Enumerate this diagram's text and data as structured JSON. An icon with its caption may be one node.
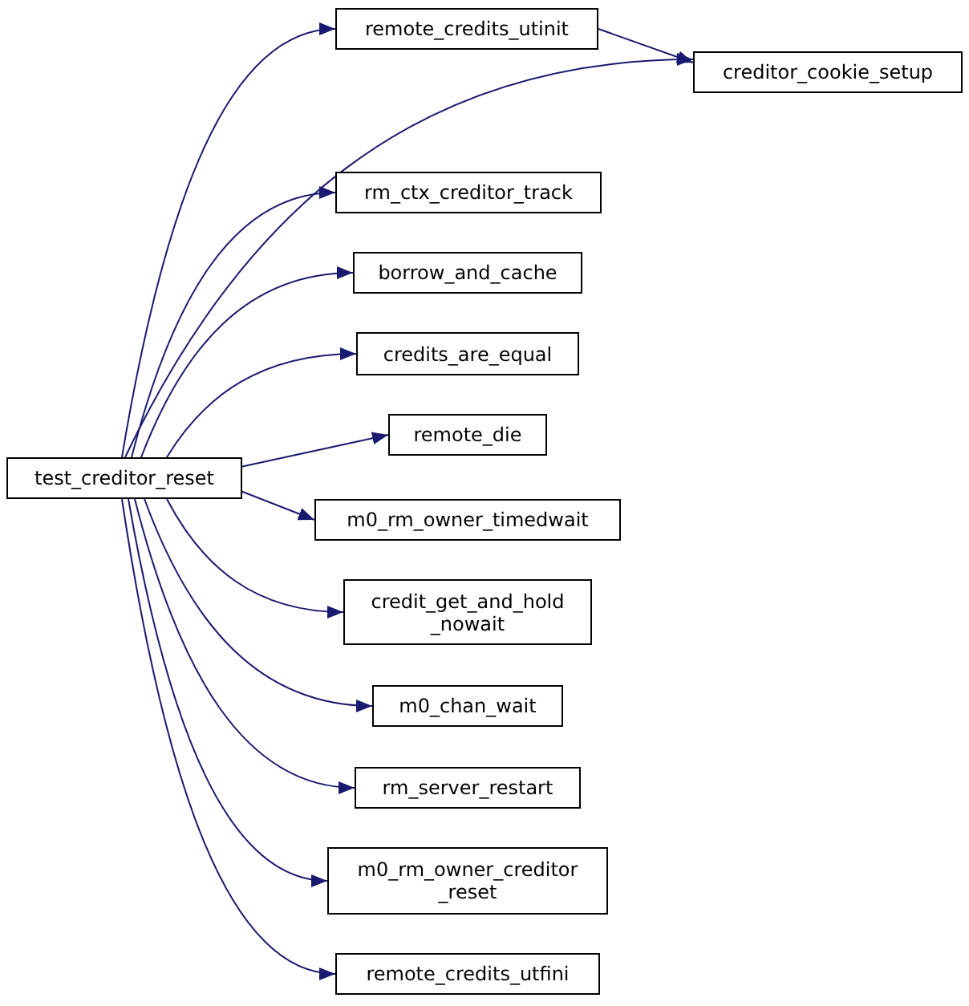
{
  "diagram": {
    "nodes": [
      {
        "text": [
          "test_creditor_reset"
        ]
      },
      {
        "text": [
          "remote_credits_utinit"
        ]
      },
      {
        "text": [
          "creditor_cookie_setup"
        ]
      },
      {
        "text": [
          "rm_ctx_creditor_track"
        ]
      },
      {
        "text": [
          "borrow_and_cache"
        ]
      },
      {
        "text": [
          "credits_are_equal"
        ]
      },
      {
        "text": [
          "remote_die"
        ]
      },
      {
        "text": [
          "m0_rm_owner_timedwait"
        ]
      },
      {
        "text": [
          "credit_get_and_hold _nowait"
        ]
      },
      {
        "text": [
          "m0_chan_wait"
        ]
      },
      {
        "text": [
          "rm_server_restart"
        ]
      },
      {
        "text": [
          "m0_rm_owner_creditor _reset"
        ]
      },
      {
        "text": [
          "remote_credits_utfini"
        ]
      }
    ],
    "edges": [
      {
        "from": 0,
        "to": 1,
        "arrow": "to"
      },
      {
        "from": 1,
        "to": 2,
        "arrow": "to"
      },
      {
        "from": 0,
        "to": 2,
        "arrow": "to"
      },
      {
        "from": 0,
        "to": 3,
        "arrow": "to"
      },
      {
        "from": 0,
        "to": 4,
        "arrow": "to"
      },
      {
        "from": 0,
        "to": 5,
        "arrow": "to"
      },
      {
        "from": 0,
        "to": 6,
        "arrow": "to"
      },
      {
        "from": 0,
        "to": 7,
        "arrow": "to"
      },
      {
        "from": 0,
        "to": 8,
        "arrow": "to"
      },
      {
        "from": 0,
        "to": 9,
        "arrow": "to"
      },
      {
        "from": 0,
        "to": 10,
        "arrow": "to"
      },
      {
        "from": 0,
        "to": 11,
        "arrow": "to"
      },
      {
        "from": 0,
        "to": 12,
        "arrow": "to"
      }
    ]
  }
}
